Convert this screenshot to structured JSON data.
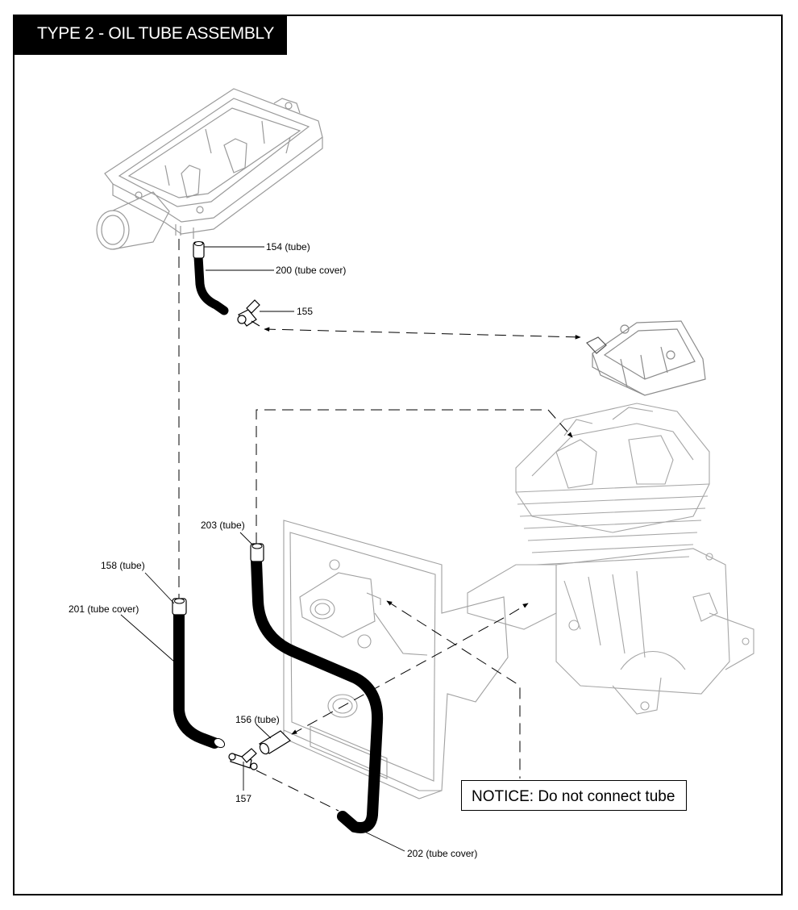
{
  "title": "TYPE 2 - OIL TUBE ASSEMBLY",
  "notice": "NOTICE: Do not connect tube",
  "callouts": {
    "p154": "154 (tube)",
    "p200": "200 (tube cover)",
    "p155": "155",
    "p203": "203 (tube)",
    "p158": "158 (tube)",
    "p201": "201 (tube cover)",
    "p156": "156 (tube)",
    "p157": "157",
    "p202": "202 (tube cover)"
  }
}
